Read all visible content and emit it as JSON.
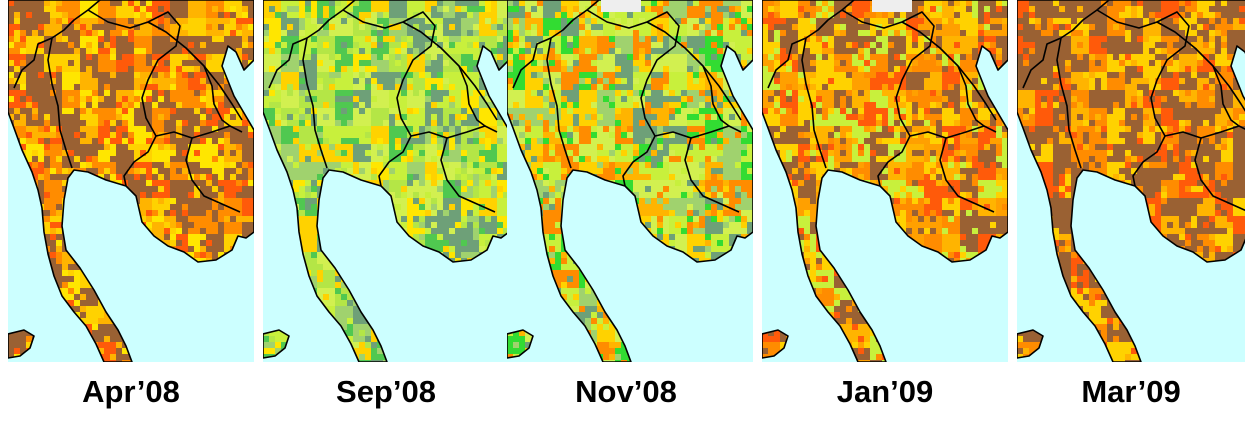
{
  "panels": [
    {
      "label": "Apr’08",
      "condition": "dry",
      "palette": [
        "#9a6133",
        "#9a6133",
        "#9a6133",
        "#ff8c00",
        "#ff5a0a",
        "#ffb400",
        "#ffd200",
        "#ffe600"
      ]
    },
    {
      "label": "Sep’08",
      "condition": "wet",
      "palette": [
        "#c8f03c",
        "#b4e646",
        "#d2f050",
        "#ffd200",
        "#ffe600",
        "#a0d26e",
        "#6ea078",
        "#50c850"
      ]
    },
    {
      "label": "Nov’08",
      "condition": "moderately-wet",
      "palette": [
        "#c8f03c",
        "#ffd200",
        "#ffb400",
        "#a0d26e",
        "#ff8c00",
        "#d2f050",
        "#6ea078",
        "#32dc32"
      ]
    },
    {
      "label": "Jan’09",
      "condition": "dry",
      "palette": [
        "#9a6133",
        "#ff8c00",
        "#ffa000",
        "#ff5a0a",
        "#ffb400",
        "#ffd200",
        "#9a6133",
        "#c8f03c"
      ]
    },
    {
      "label": "Mar’09",
      "condition": "very-dry",
      "palette": [
        "#9a6133",
        "#9a6133",
        "#9a6133",
        "#9a6133",
        "#ff5a0a",
        "#ff8c00",
        "#ffb400",
        "#ffd200"
      ]
    }
  ],
  "colors": {
    "sea": "#ccffff",
    "land-border": "#000000",
    "cloud": "#eeeeee"
  }
}
